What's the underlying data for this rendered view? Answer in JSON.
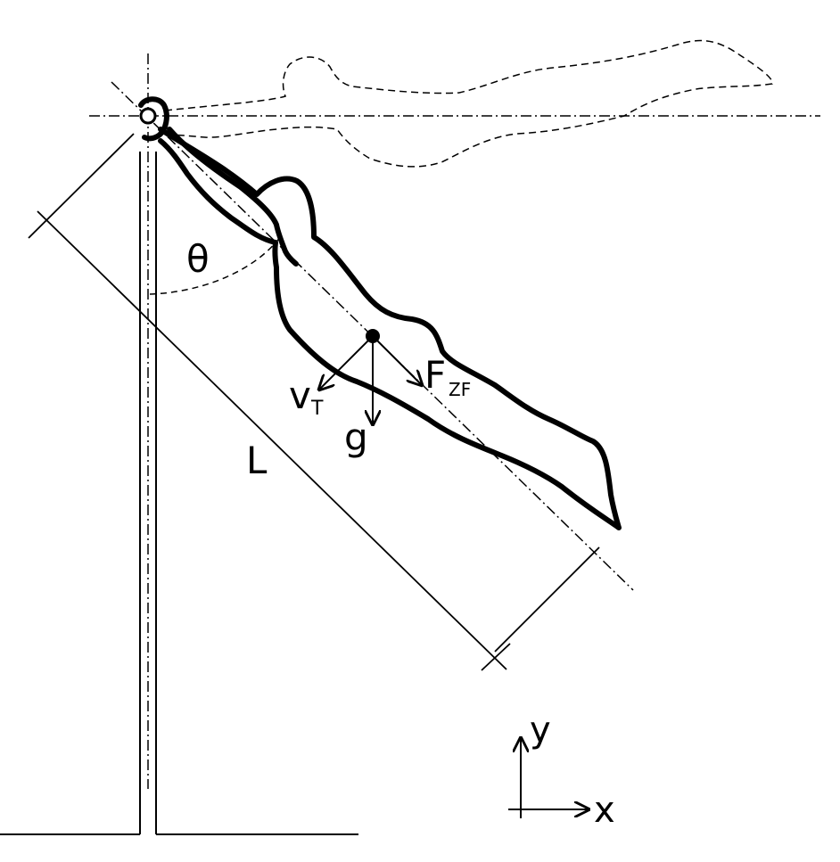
{
  "diagram": {
    "labels": {
      "theta": "θ",
      "length": "L",
      "tangential_velocity": "v",
      "tangential_velocity_sub": "T",
      "centrifugal_force": "F",
      "centrifugal_force_sub": "ZF",
      "gravity": "g",
      "axis_x": "x",
      "axis_y": "y"
    }
  }
}
